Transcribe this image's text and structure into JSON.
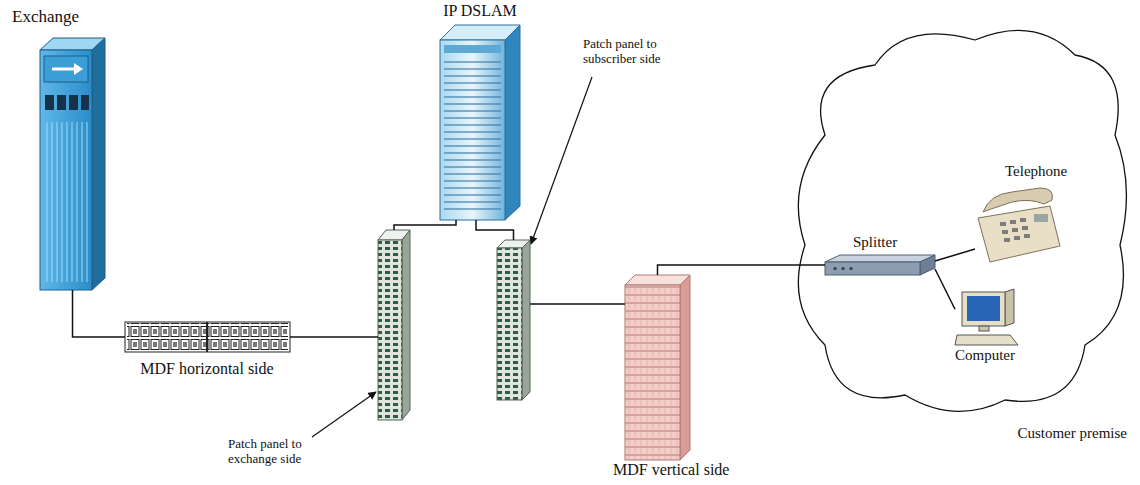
{
  "diagram": {
    "nodes": [
      {
        "text": [
          "Exchange"
        ]
      },
      {
        "text": [
          "IP DSLAM"
        ]
      },
      {
        "text": [
          "MDF horizontal side"
        ]
      },
      {
        "text": [
          "Patch panel to exchange side"
        ]
      },
      {
        "text": [
          "Patch panel to subscriber side"
        ]
      },
      {
        "text": [
          "MDF vertical side"
        ]
      },
      {
        "text": [
          "Customer premise"
        ]
      },
      {
        "text": [
          "Splitter"
        ],
        "in": 6
      },
      {
        "text": [
          "Telephone"
        ],
        "in": 6
      },
      {
        "text": [
          "Computer"
        ],
        "in": 6
      }
    ],
    "edges": [
      {
        "from": 0,
        "to": 2,
        "arrow": "none"
      },
      {
        "from": 2,
        "to": 3,
        "arrow": "none"
      },
      {
        "from": 1,
        "to": 3,
        "arrow": "none"
      },
      {
        "from": 1,
        "to": 4,
        "arrow": "none"
      },
      {
        "from": 4,
        "to": 5,
        "arrow": "none"
      },
      {
        "from": 5,
        "to": 7,
        "arrow": "none"
      },
      {
        "from": 7,
        "to": 8,
        "arrow": "none"
      },
      {
        "from": 7,
        "to": 9,
        "arrow": "none"
      }
    ]
  }
}
